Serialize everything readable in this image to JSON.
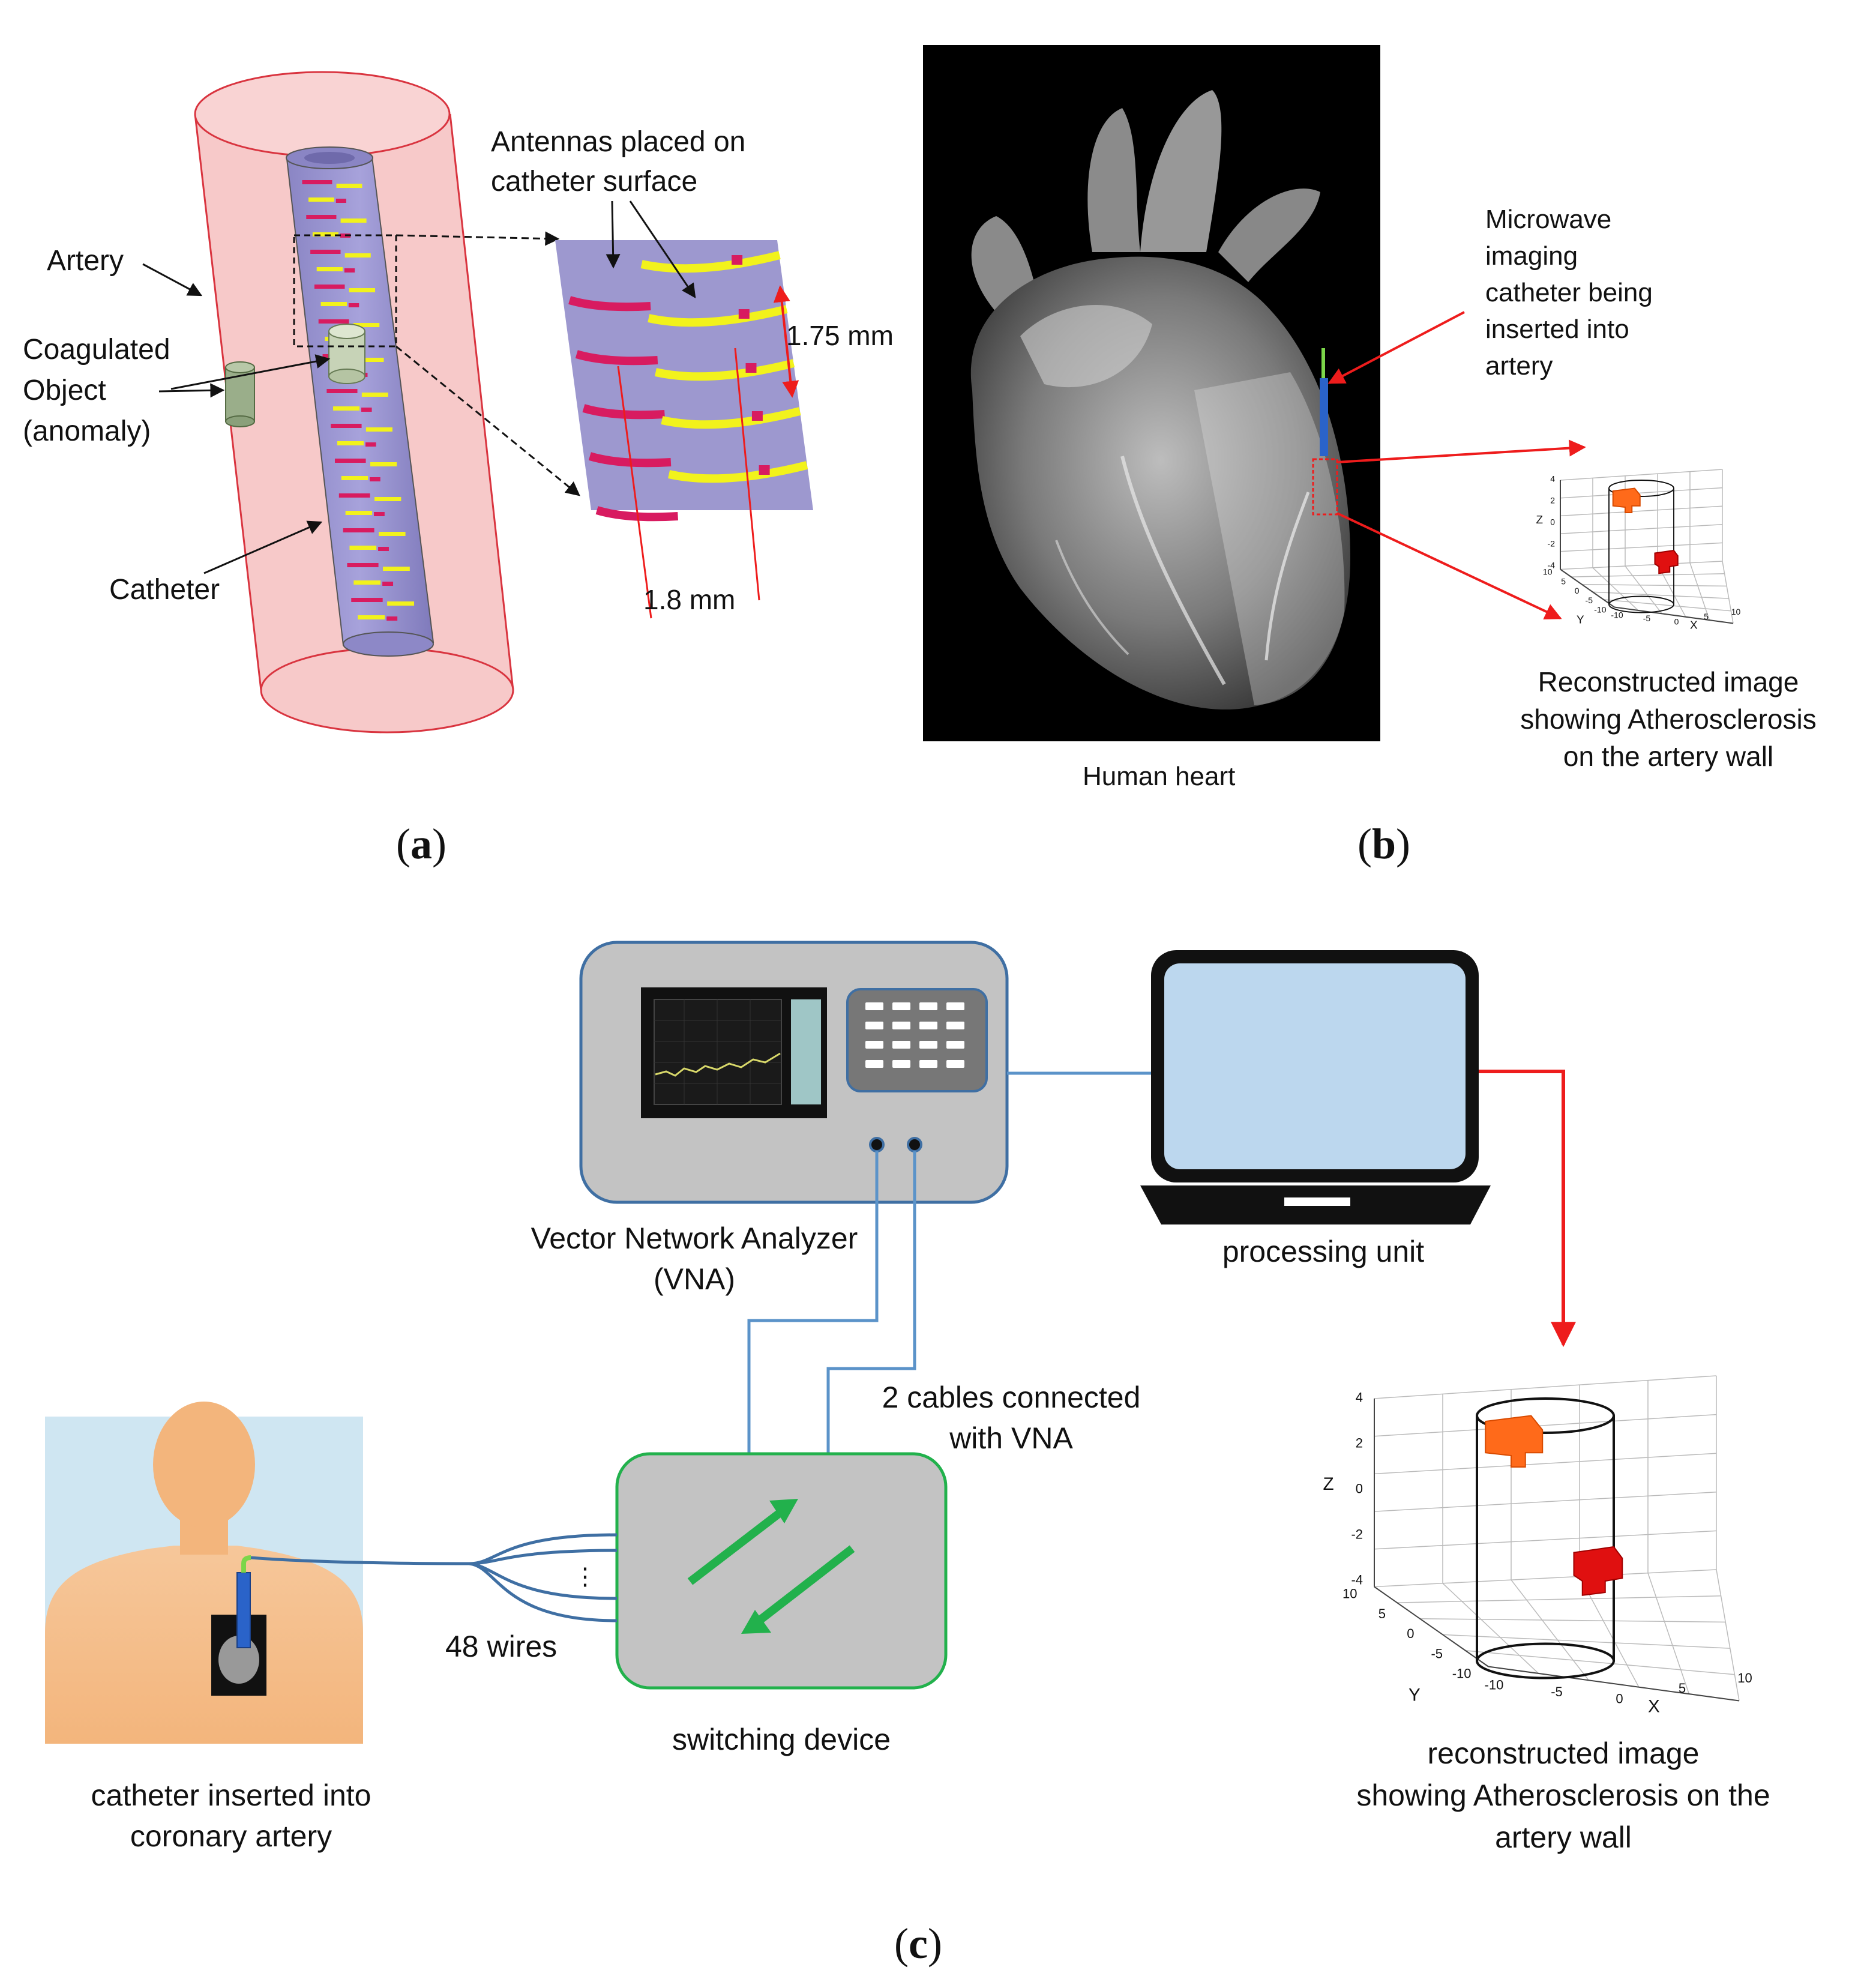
{
  "panel_a": {
    "artery_label": "Artery",
    "coagulated_line1": "Coagulated",
    "coagulated_line2": "Object",
    "coagulated_line3": "(anomaly)",
    "catheter_label": "Catheter",
    "antennas_line1": "Antennas placed on",
    "antennas_line2": "catheter surface",
    "dim_vertical": "1.75 mm",
    "dim_horizontal": "1.8 mm",
    "caption_letter": "a"
  },
  "panel_b": {
    "microwave_line1": "Microwave",
    "microwave_line2": "imaging",
    "microwave_line3": "catheter being",
    "microwave_line4": "inserted into",
    "microwave_line5": "artery",
    "heart_caption": "Human heart",
    "recon_line1": "Reconstructed image",
    "recon_line2": "showing Atherosclerosis",
    "recon_line3": "on the artery wall",
    "caption_letter": "b",
    "mini_plot": {
      "z_label": "Z",
      "y_label": "Y",
      "x_label": "X",
      "z_ticks": [
        "4",
        "2",
        "0",
        "-2",
        "-4"
      ],
      "y_ticks": [
        "10",
        "5",
        "0",
        "-5",
        "-10"
      ],
      "x_ticks": [
        "-10",
        "-5",
        "0",
        "5",
        "10"
      ]
    }
  },
  "panel_c": {
    "vna_line1": "Vector Network Analyzer",
    "vna_line2": "(VNA)",
    "processing_label": "processing unit",
    "cables_line1": "2 cables connected",
    "cables_line2": "with VNA",
    "wires_label": "48 wires",
    "switching_label": "switching device",
    "catheter_line1": "catheter inserted into",
    "catheter_line2": "coronary artery",
    "recon_line1": "reconstructed image",
    "recon_line2": "showing Atherosclerosis on the",
    "recon_line3": "artery wall",
    "caption_letter": "c",
    "plot": {
      "z_label": "Z",
      "y_label": "Y",
      "x_label": "X",
      "z_ticks": [
        "4",
        "2",
        "0",
        "-2",
        "-4"
      ],
      "y_ticks": [
        "10",
        "5",
        "0",
        "-5",
        "-10"
      ],
      "x_ticks": [
        "-10",
        "-5",
        "0",
        "5",
        "10"
      ]
    }
  },
  "colors": {
    "artery_fill": "#f7c9c9",
    "artery_stroke": "#d9343f",
    "catheter": "#9d98cf",
    "antenna_yellow": "#f2f21c",
    "antenna_magenta": "#d81b60",
    "arrow_red": "#ee1c1c",
    "cable_blue": "#5b93c9",
    "switch_green": "#22b14c",
    "device_gray": "#c3c3c3",
    "screen_blue": "#bcd7ee"
  }
}
